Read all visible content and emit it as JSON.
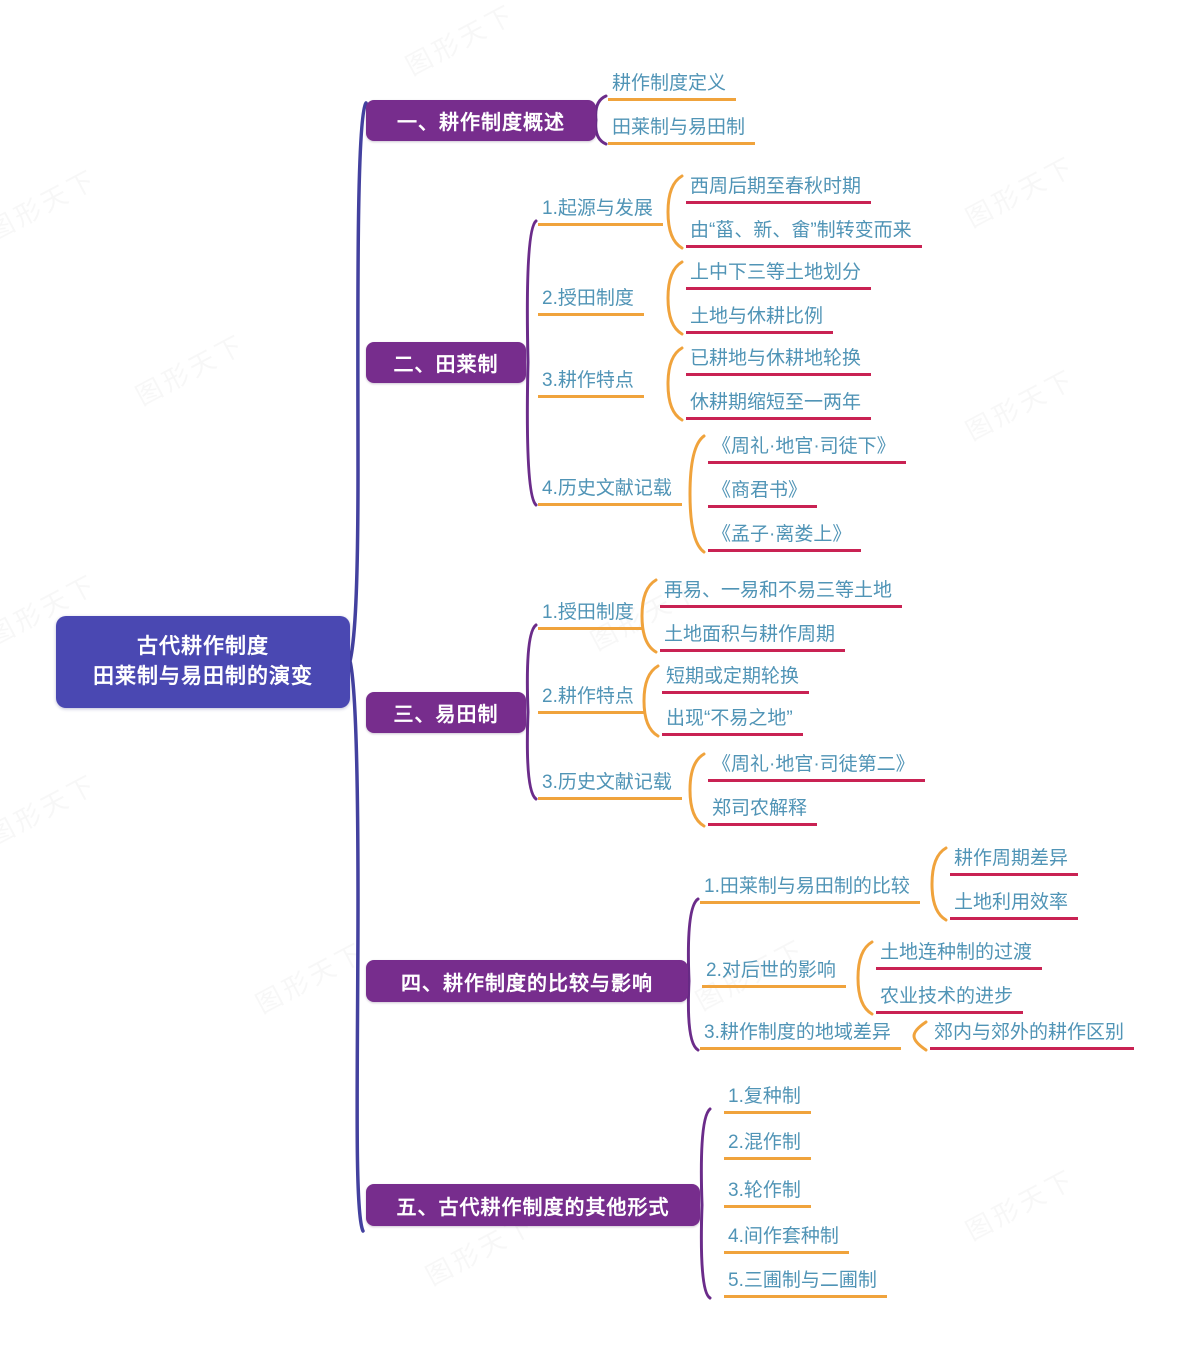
{
  "watermark": "图形天下",
  "colors": {
    "root_bg": "#4a48b2",
    "branch_box_bg": "#772d8d",
    "topic_text": "#5094b6",
    "level2_underline": "#f0a33c",
    "level3_underline": "#c92253",
    "spine": "#43419f",
    "brace_purple": "#6b2c8a",
    "brace_orange": "#f0a33c"
  },
  "root": {
    "line1": "古代耕作制度",
    "line2": "田莱制与易田制的演变"
  },
  "branches": [
    {
      "label": "一、耕作制度概述",
      "children": [
        {
          "label": "耕作制度定义"
        },
        {
          "label": "田莱制与易田制"
        }
      ]
    },
    {
      "label": "二、田莱制",
      "children": [
        {
          "label": "1.起源与发展",
          "children": [
            {
              "label": "西周后期至春秋时期"
            },
            {
              "label": "由“菑、新、畬”制转变而来"
            }
          ]
        },
        {
          "label": "2.授田制度",
          "children": [
            {
              "label": "上中下三等土地划分"
            },
            {
              "label": "土地与休耕比例"
            }
          ]
        },
        {
          "label": "3.耕作特点",
          "children": [
            {
              "label": "已耕地与休耕地轮换"
            },
            {
              "label": "休耕期缩短至一两年"
            }
          ]
        },
        {
          "label": "4.历史文献记载",
          "children": [
            {
              "label": "《周礼·地官·司徒下》"
            },
            {
              "label": "《商君书》"
            },
            {
              "label": "《孟子·离娄上》"
            }
          ]
        }
      ]
    },
    {
      "label": "三、易田制",
      "children": [
        {
          "label": "1.授田制度",
          "children": [
            {
              "label": "再易、一易和不易三等土地"
            },
            {
              "label": "土地面积与耕作周期"
            }
          ]
        },
        {
          "label": "2.耕作特点",
          "children": [
            {
              "label": "短期或定期轮换"
            },
            {
              "label": "出现“不易之地”"
            }
          ]
        },
        {
          "label": "3.历史文献记载",
          "children": [
            {
              "label": "《周礼·地官·司徒第二》"
            },
            {
              "label": "郑司农解释"
            }
          ]
        }
      ]
    },
    {
      "label": "四、耕作制度的比较与影响",
      "children": [
        {
          "label": "1.田莱制与易田制的比较",
          "children": [
            {
              "label": "耕作周期差异"
            },
            {
              "label": "土地利用效率"
            }
          ]
        },
        {
          "label": "2.对后世的影响",
          "children": [
            {
              "label": "土地连种制的过渡"
            },
            {
              "label": "农业技术的进步"
            }
          ]
        },
        {
          "label": "3.耕作制度的地域差异",
          "children": [
            {
              "label": "郊内与郊外的耕作区别"
            }
          ]
        }
      ]
    },
    {
      "label": "五、古代耕作制度的其他形式",
      "children": [
        {
          "label": "1.复种制"
        },
        {
          "label": "2.混作制"
        },
        {
          "label": "3.轮作制"
        },
        {
          "label": "4.间作套种制"
        },
        {
          "label": "5.三圃制与二圃制"
        }
      ]
    }
  ]
}
